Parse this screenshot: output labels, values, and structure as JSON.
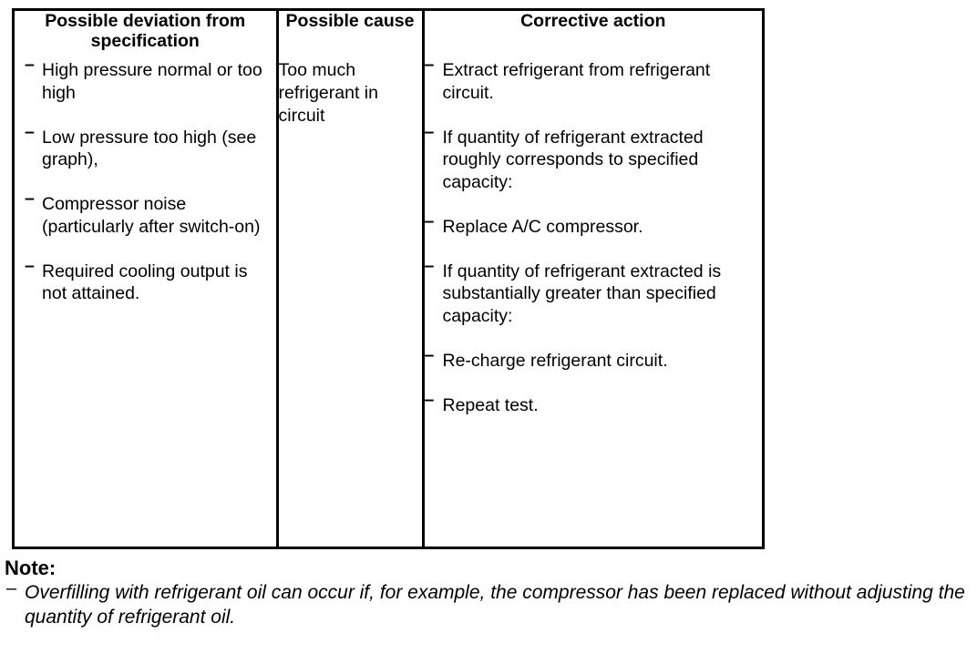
{
  "table": {
    "headers": [
      "Possible deviation from specification",
      "Possible cause",
      "Corrective action"
    ],
    "rows": [
      {
        "deviation_items": [
          "High pressure normal or too high",
          "Low pressure too high (see graph),",
          "Compressor noise (particularly after switch-on)",
          "Required cooling output is not attained."
        ],
        "cause": "Too much refrigerant in circuit",
        "action_items": [
          "Extract refrigerant from refrigerant circuit.",
          "If quantity of refrigerant extracted roughly corresponds to specified capacity:",
          "Replace A/C compressor.",
          "If quantity of refrigerant extracted is substantially greater than specified capacity:",
          "Re-charge refrigerant circuit.",
          "Repeat test."
        ]
      }
    ],
    "bullet_glyph": "–"
  },
  "note": {
    "title": "Note:",
    "bullet_glyph": "–",
    "items": [
      "Overfilling with refrigerant oil can occur if, for example, the compressor has been replaced without adjusting the quantity of refrigerant oil."
    ]
  },
  "colors": {
    "text": "#000000",
    "background": "#ffffff",
    "border": "#000000"
  }
}
